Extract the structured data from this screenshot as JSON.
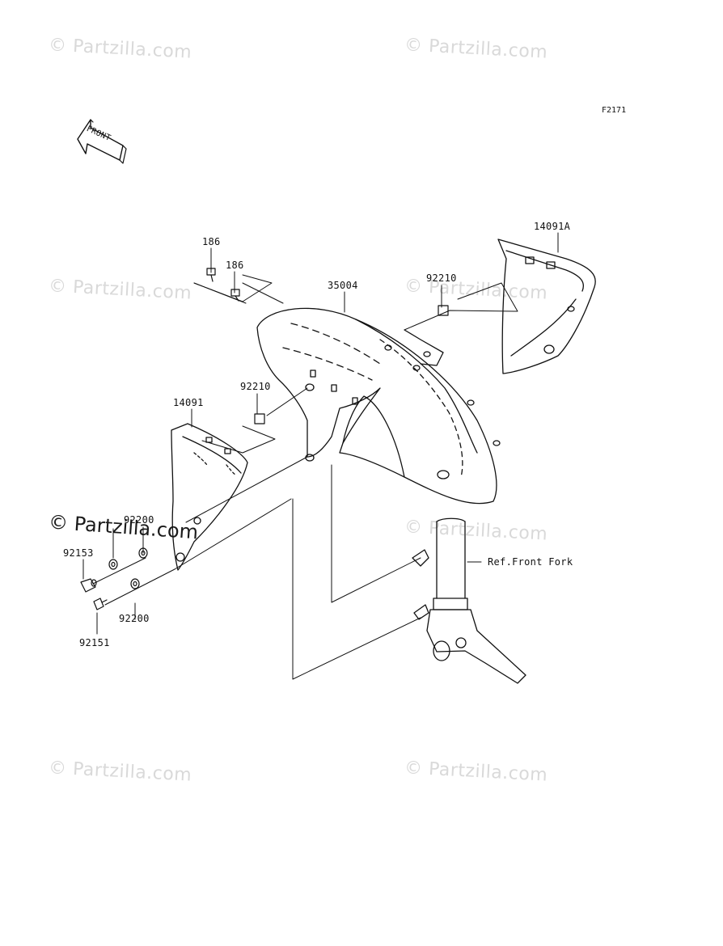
{
  "diagram": {
    "code": "F2171",
    "front_label": "FRONT",
    "ref_label": "Ref.Front Fork",
    "parts": {
      "p14091A": "14091A",
      "p186a": "186",
      "p186b": "186",
      "p35004": "35004",
      "p92210a": "92210",
      "p92210b": "92210",
      "p14091": "14091",
      "p92200a": "92200",
      "p92200b": "92200",
      "p92153": "92153",
      "p92151": "92151"
    }
  },
  "watermark": {
    "text": "© Partzilla.com"
  }
}
